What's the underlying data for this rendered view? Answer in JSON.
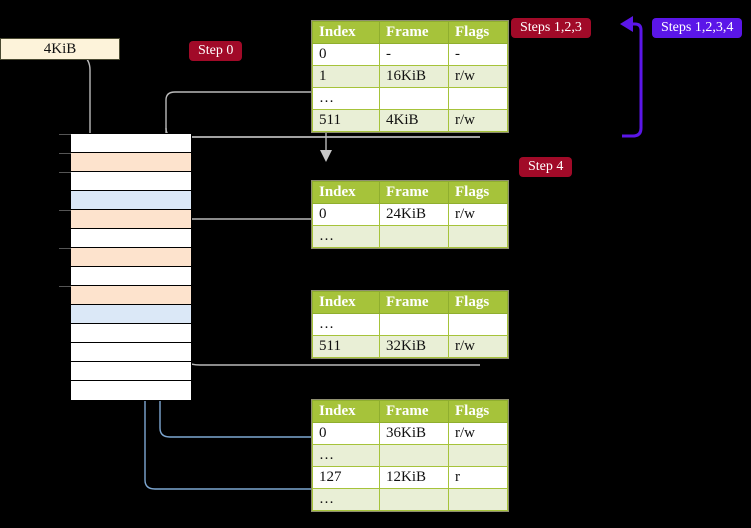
{
  "labels": {
    "kib_box": "4KiB",
    "step0": "Step 0",
    "step123": "Steps 1,2,3",
    "step1234": "Steps 1,2,3,4",
    "step4": "Step 4"
  },
  "colors": {
    "badge_red": "#a10a28",
    "badge_violet": "#5b16e8",
    "table_header": "#a6c33a",
    "table_alt_row": "#e9efd6",
    "highlight": "#ffff99",
    "mem_peach": "#fde3cd",
    "mem_blue": "#dbe8f7",
    "kib_fill": "#fdf3da",
    "gray_link": "#b9b9b9",
    "blue_link": "#7da7d2"
  },
  "page_tables": [
    {
      "name": "pml4-table",
      "columns": [
        "Index",
        "Frame",
        "Flags"
      ],
      "rows": [
        {
          "index": "0",
          "frame": "-",
          "flags": "-",
          "alt": false,
          "highlight": false
        },
        {
          "index": "1",
          "frame": "16KiB",
          "flags": "r/w",
          "alt": true,
          "highlight": false
        },
        {
          "index": "…",
          "frame": "",
          "flags": "",
          "alt": false,
          "highlight": false
        },
        {
          "index": "511",
          "frame": "4KiB",
          "flags": "r/w",
          "alt": true,
          "highlight": true
        }
      ]
    },
    {
      "name": "pdp-table",
      "columns": [
        "Index",
        "Frame",
        "Flags"
      ],
      "rows": [
        {
          "index": "0",
          "frame": "24KiB",
          "flags": "r/w",
          "alt": false,
          "highlight": false
        },
        {
          "index": "…",
          "frame": "",
          "flags": "",
          "alt": true,
          "highlight": false
        }
      ]
    },
    {
      "name": "pd-table",
      "columns": [
        "Index",
        "Frame",
        "Flags"
      ],
      "rows": [
        {
          "index": "…",
          "frame": "",
          "flags": "",
          "alt": false,
          "highlight": false
        },
        {
          "index": "511",
          "frame": "32KiB",
          "flags": "r/w",
          "alt": true,
          "highlight": false
        }
      ]
    },
    {
      "name": "pt-table",
      "columns": [
        "Index",
        "Frame",
        "Flags"
      ],
      "rows": [
        {
          "index": "0",
          "frame": "36KiB",
          "flags": "r/w",
          "alt": false,
          "highlight": false
        },
        {
          "index": "…",
          "frame": "",
          "flags": "",
          "alt": true,
          "highlight": false
        },
        {
          "index": "127",
          "frame": "12KiB",
          "flags": "r",
          "alt": false,
          "highlight": false
        },
        {
          "index": "…",
          "frame": "",
          "flags": "",
          "alt": true,
          "highlight": false
        }
      ]
    }
  ],
  "memory_column": {
    "name": "physical-memory-frames",
    "rows": [
      {
        "fill": "white",
        "tick": true
      },
      {
        "fill": "peach",
        "tick": true
      },
      {
        "fill": "white",
        "tick": true
      },
      {
        "fill": "blue",
        "tick": false
      },
      {
        "fill": "peach",
        "tick": true
      },
      {
        "fill": "white",
        "tick": false
      },
      {
        "fill": "peach",
        "tick": true
      },
      {
        "fill": "white",
        "tick": false
      },
      {
        "fill": "peach",
        "tick": true
      },
      {
        "fill": "blue",
        "tick": false
      },
      {
        "fill": "white",
        "tick": false
      },
      {
        "fill": "white",
        "tick": false
      },
      {
        "fill": "white",
        "tick": false
      },
      {
        "fill": "white",
        "tick": false
      }
    ]
  }
}
